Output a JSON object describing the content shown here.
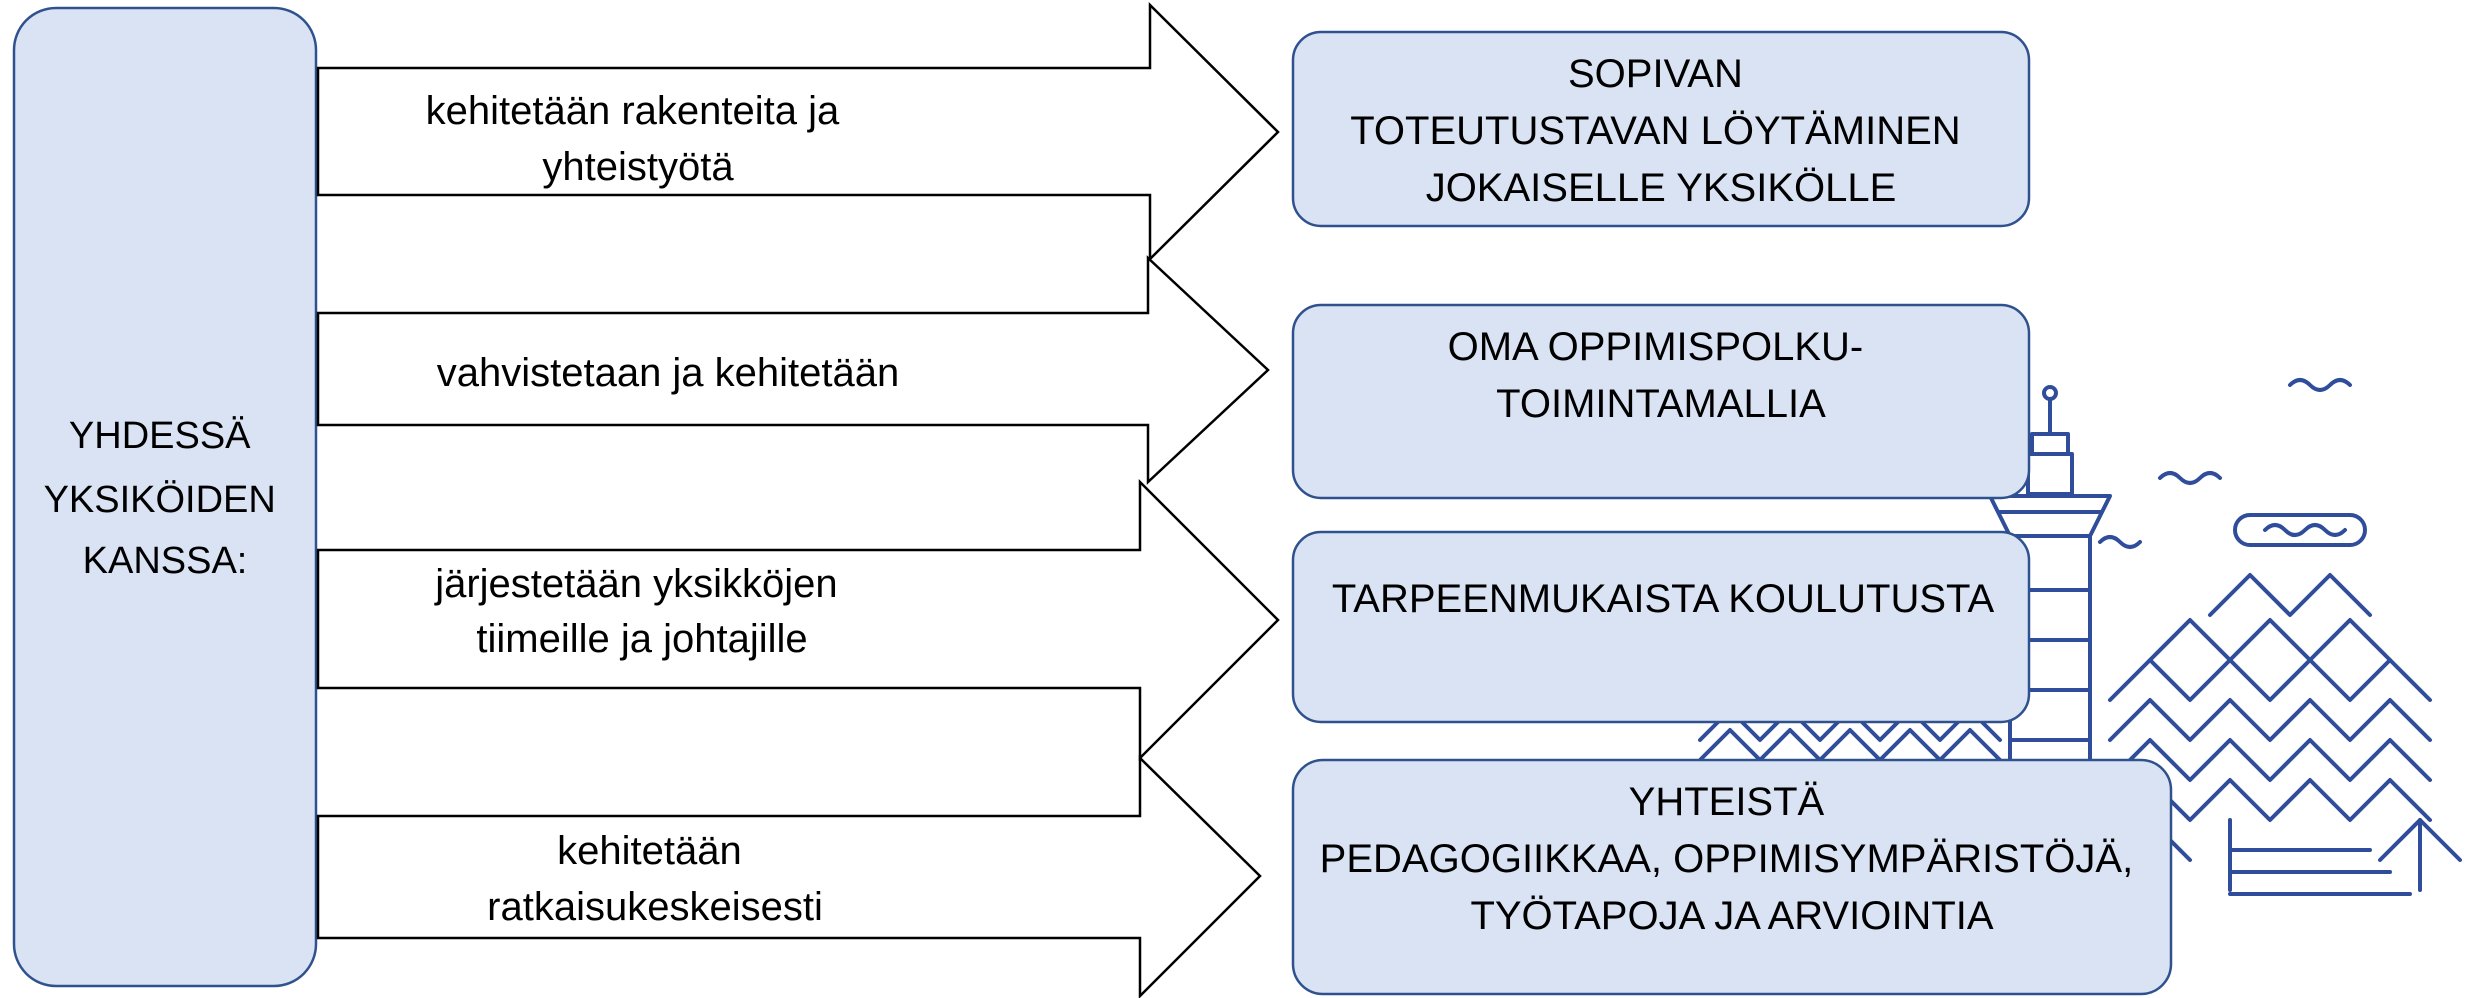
{
  "source": {
    "lines": [
      "YHDESSÄ",
      "YKSIKÖIDEN",
      "KANSSA:"
    ]
  },
  "arrows": [
    {
      "lines": [
        "kehitetään rakenteita ja",
        "yhteistyötä"
      ]
    },
    {
      "lines": [
        "vahvistetaan ja kehitetään"
      ]
    },
    {
      "lines": [
        "järjestetään yksikköjen",
        "tiimeille ja johtajille"
      ]
    },
    {
      "lines": [
        "kehitetään",
        "ratkaisukeskeisesti"
      ]
    }
  ],
  "targets": [
    {
      "lines": [
        "SOPIVAN",
        "TOTEUTUSTAVAN LÖYTÄMINEN",
        "JOKAISELLE YKSIKÖLLE"
      ]
    },
    {
      "lines": [
        "OMA OPPIMISPOLKU-",
        "TOIMINTAMALLIA"
      ]
    },
    {
      "lines": [
        "TARPEENMUKAISTA KOULUTUSTA"
      ]
    },
    {
      "lines": [
        "YHTEISTÄ",
        "PEDAGOGIIKKAA, OPPIMISYMPÄRISTÖJÄ,",
        "TYÖTAPOJA JA ARVIOINTIA"
      ]
    }
  ],
  "decoration": {
    "icon": "tower-and-forest-illustration"
  },
  "colors": {
    "box_fill": "#dae3f3",
    "box_stroke": "#2f528f",
    "arrow_stroke": "#000000",
    "illustration": "#2f4d9a"
  }
}
